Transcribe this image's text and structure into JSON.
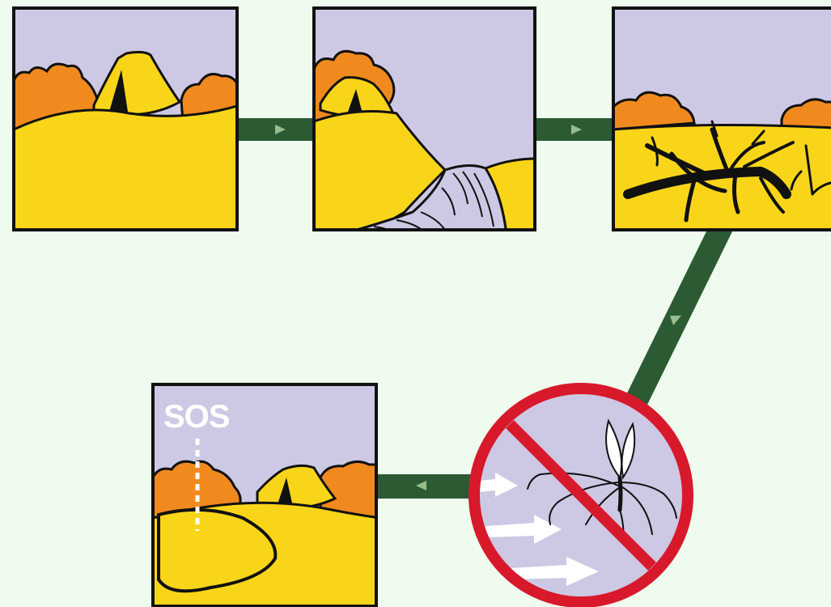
{
  "colors": {
    "background": "#eefbee",
    "sky": "#cdc8e3",
    "sand": "#f9d51a",
    "bushes": "#f08a1e",
    "outline": "#111111",
    "connector": "#2b5a33",
    "arrow": "#97bd8e",
    "prohibition": "#d8192b",
    "wind_arrows": "#ffffff"
  },
  "panels": [
    {
      "id": "camp",
      "icon": "tent-icon"
    },
    {
      "id": "river",
      "icon": "river-icon"
    },
    {
      "id": "dead-wood",
      "icon": "dead-branches-icon"
    },
    {
      "id": "no-mosquitoes",
      "icon": "mosquito-prohibited-icon"
    },
    {
      "id": "signal",
      "icon": "sos-signal-icon"
    }
  ],
  "signal_panel": {
    "sos_label": "SOS"
  }
}
